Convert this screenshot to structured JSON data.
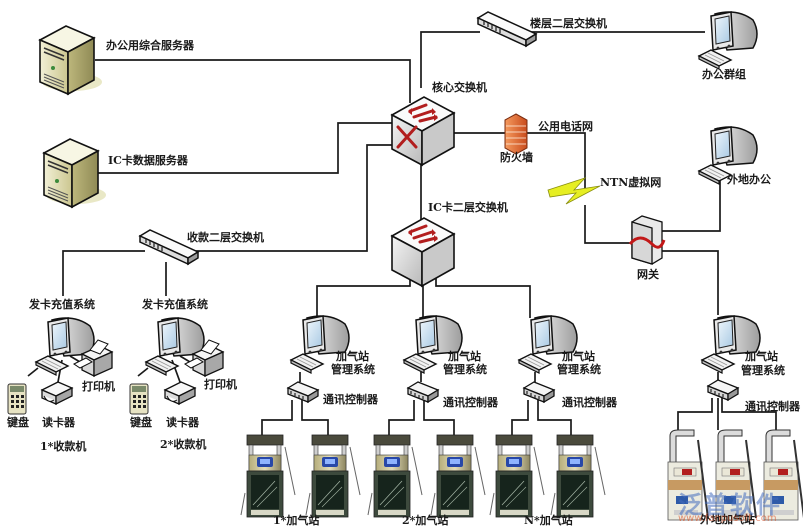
{
  "diagram": {
    "title": "加气站IC卡管理系统网络拓扑图",
    "nodes": {
      "office_server": "办公用综合服务器",
      "ic_server": "IC卡数据服务器",
      "core_switch": "核心交换机",
      "floor_switch": "楼层二层交换机",
      "office_group": "办公群组",
      "firewall": "防火墙",
      "pstn": "公用电话网",
      "ntn": "NTN虚拟网",
      "remote_office": "外地办公",
      "gateway": "网关",
      "ic_switch": "IC卡二层交换机",
      "cash_switch": "收款二层交换机",
      "card_system_1": "发卡充值系统",
      "card_system_2": "发卡充值系统",
      "printer_1": "打印机",
      "printer_2": "打印机",
      "keypad_1": "键盘",
      "keypad_2": "键盘",
      "reader_1": "读卡器",
      "reader_2": "读卡器",
      "cashier_1": "1*收款机",
      "cashier_2": "2*收款机",
      "station_mgmt_line1": "加气站",
      "station_mgmt_line2": "管理系统",
      "comm_controller": "通讯控制器",
      "station_1": "1*加气站",
      "station_2": "2*加气站",
      "station_n": "N*加气站",
      "remote_station": "外地加气站"
    },
    "watermark": {
      "brand": "泛普软件",
      "url": "www.fanpusoft.com"
    },
    "colors": {
      "line": "#1a1a1a",
      "server_body": "#d9d6a8",
      "switch_arrow": "#b21e1e",
      "firewall": "#e8743a",
      "lightning": "#e6ee22",
      "monitor_screen": "#cfe4f4"
    }
  }
}
